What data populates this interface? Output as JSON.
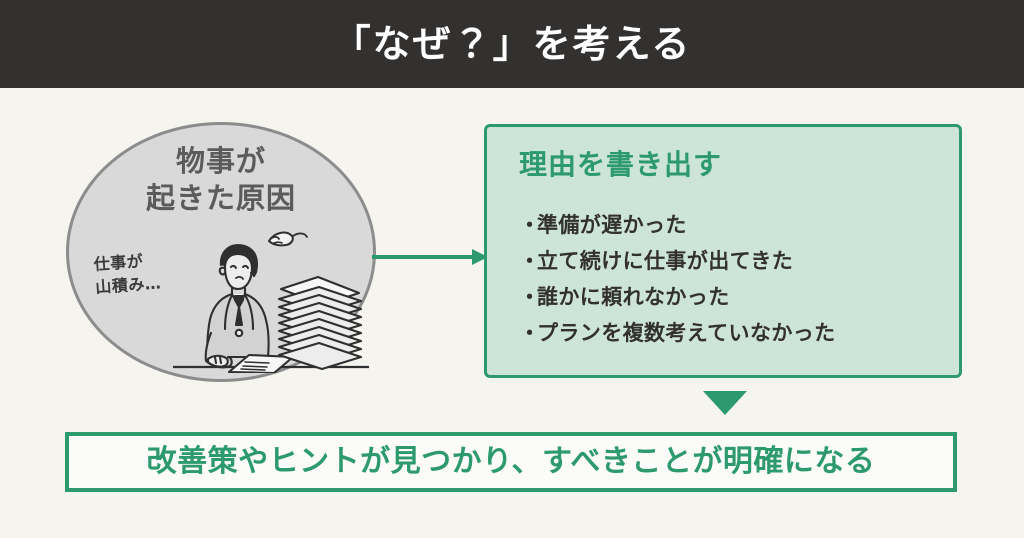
{
  "header": {
    "title": "「なぜ？」を考える",
    "background_color": "#333130",
    "text_color": "#ffffff"
  },
  "canvas": {
    "background_color": "#f5f4ef",
    "accent_green": "#2c9a6d",
    "panel_green_fill": "#cde4d8",
    "ellipse_fill": "#d9d9da",
    "ellipse_border": "#8c8c8c",
    "body_text_color": "#333130"
  },
  "cause": {
    "heading_line1": "物事が",
    "heading_line2": "起きた原因",
    "note_line1": "仕事が",
    "note_line2": "山積み…",
    "illustration_name": "businessman-with-paper-stack-illustration"
  },
  "connector": {
    "horizontal_arrow_name": "arrow-right-cause-to-reasons",
    "down_arrow_name": "arrow-down-reasons-to-outcome"
  },
  "reasons": {
    "title": "理由を書き出す",
    "bullet_char": "・",
    "items": [
      "準備が遅かった",
      "立て続けに仕事が出てきた",
      "誰かに頼れなかった",
      "プランを複数考えていなかった"
    ]
  },
  "outcome": {
    "text": "改善策やヒントが見つかり、すべきことが明確になる"
  }
}
